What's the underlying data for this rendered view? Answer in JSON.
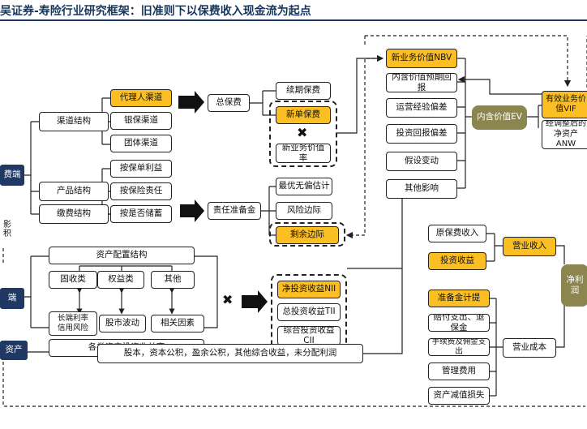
{
  "header": {
    "title": "吴证券-寿险行业研究框架：旧准则下以保费收入现金流为起点"
  },
  "left": {
    "premium_end": "费端",
    "asset_end": "端",
    "net_asset": "资产",
    "small_note": "影\n积"
  },
  "channel": {
    "structure": "渠道结构",
    "agent": "代理人渠道",
    "bancassurance": "银保渠道",
    "group": "团体渠道"
  },
  "product": {
    "structure": "产品结构",
    "by_interest": "按保单利益",
    "by_liability": "按保险责任",
    "by_savings": "按是否储蓄"
  },
  "payment": {
    "structure": "缴费结构"
  },
  "premium": {
    "total": "总保费",
    "renewal": "续期保费",
    "new": "新单保费",
    "nbv_rate": "新业务价值率",
    "times": "✖"
  },
  "reserve": {
    "label": "责任准备金",
    "best_estimate": "最优无偏估计",
    "risk_margin": "风险边际",
    "residual_margin": "剩余边际"
  },
  "value": {
    "nbv": "新业务价值NBV",
    "unwind": "内含价值预期回报",
    "op_variance": "运营经验偏差",
    "inv_variance": "投资回报偏差",
    "assumption": "假设变动",
    "other": "其他影响",
    "ev": "内含价值EV",
    "vif": "有效业务价值VIF",
    "anw": "经调整后的净资产ANW"
  },
  "asset": {
    "allocation": "资产配置结构",
    "fixed_income": "固收类",
    "equity": "权益类",
    "other": "其他",
    "long_rate": "长端利率\n信用风险",
    "market": "股市波动",
    "related": "相关因素",
    "yield": "各类资产投资收益率",
    "times": "✖"
  },
  "investment": {
    "net": "净投资收益NII",
    "total": "总投资收益TII",
    "comprehensive": "综合投资收益CII"
  },
  "equity_items": "股本，资本公积，盈余公积，其他综合收益，未分配利润",
  "income": {
    "premium_income": "原保费收入",
    "investment_income": "投资收益",
    "operating_income": "营业收入"
  },
  "cost": {
    "reserve_provision": "准备金计提",
    "claims": "赔付支出、退保金",
    "commission": "手续费及佣金支出",
    "admin": "管理费用",
    "impairment": "资产减值损失",
    "operating_cost": "营业成本"
  },
  "net_profit": "净利润",
  "colors": {
    "gold": "#fbbf24",
    "olive": "#8b864f",
    "navy": "#203864",
    "line": "#222222"
  }
}
